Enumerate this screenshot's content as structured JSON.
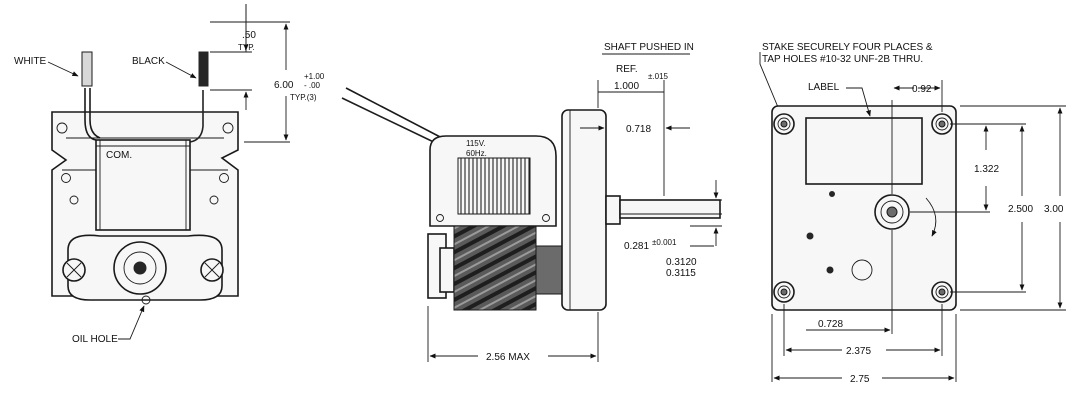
{
  "left_view": {
    "wire_white": "WHITE",
    "wire_black": "BLACK",
    "coil_label": "COM.",
    "oil_hole": "OIL HOLE",
    "strip_dim": ".50",
    "strip_dim_sub": "TYP.",
    "lead_dim": "6.00",
    "lead_tol_plus": "+1.00",
    "lead_tol_minus": "- .00",
    "lead_dim_sub": "TYP.(3)"
  },
  "middle_view": {
    "shaft_note": "SHAFT PUSHED IN",
    "ref_label": "REF.",
    "shaft_ref_dim": "1.000",
    "shaft_ref_tol": "±.015",
    "shaft_len_dim": "0.718",
    "rating_voltage": "115V.",
    "rating_freq": "60Hz.",
    "flat_dim": "0.281",
    "flat_tol": "±0.001",
    "shaft_dia_max": "0.3120",
    "shaft_dia_min": "0.3115",
    "overall_dim": "2.56 MAX"
  },
  "right_view": {
    "stake_note_line1": "STAKE SECURELY FOUR PLACES &",
    "stake_note_line2": "TAP HOLES #10-32 UNF-2B THRU.",
    "label_text": "LABEL",
    "dim_top_offset": "0.92",
    "dim_shaft_vert": "1.322",
    "dim_hole_vert": "2.500",
    "dim_overall_vert": "3.00",
    "dim_shaft_horz": "0.728",
    "dim_hole_horz": "2.375",
    "dim_overall_horz": "2.75"
  }
}
